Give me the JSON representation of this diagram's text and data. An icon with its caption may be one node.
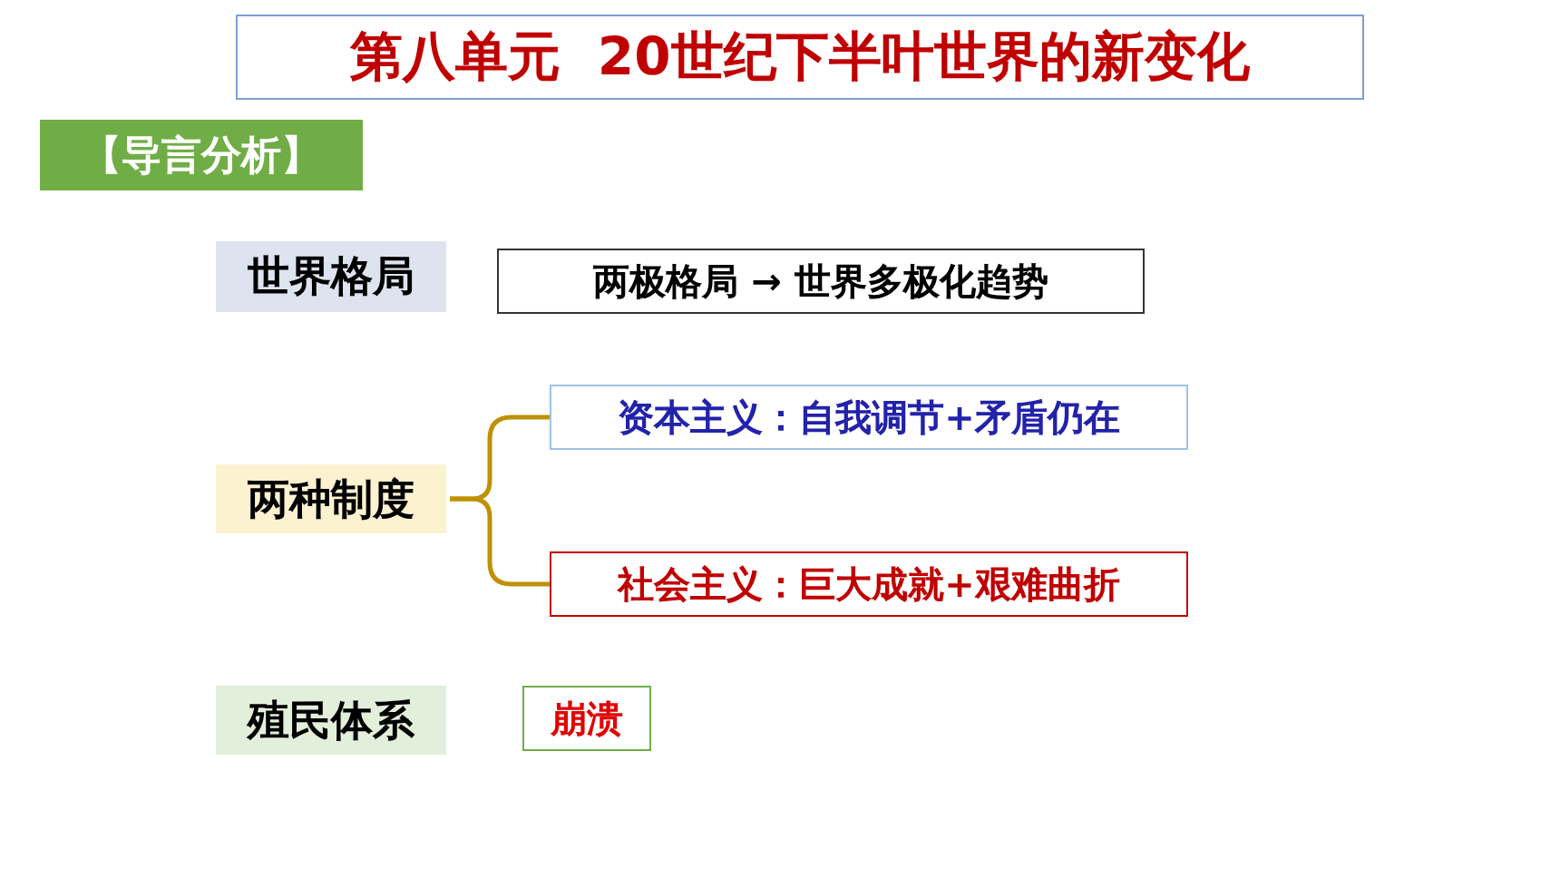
{
  "diagram": {
    "title": "第八单元  20世纪下半叶世界的新变化",
    "nodes": [
      {
        "text": [
          "【导言分析】"
        ]
      },
      {
        "text": [
          "世界格局"
        ]
      },
      {
        "text": [
          "两极格局 → 世界多极化趋势"
        ]
      },
      {
        "text": [
          "两种制度"
        ]
      },
      {
        "text": [
          "资本主义：自我调节+矛盾仍在"
        ]
      },
      {
        "text": [
          "社会主义：巨大成就+艰难曲折"
        ]
      },
      {
        "text": [
          "殖民体系"
        ]
      },
      {
        "text": [
          "崩溃"
        ]
      }
    ],
    "edges": [
      {
        "from": 3,
        "to": 4,
        "arrow": "none"
      },
      {
        "from": 3,
        "to": 5,
        "arrow": "none"
      }
    ]
  }
}
